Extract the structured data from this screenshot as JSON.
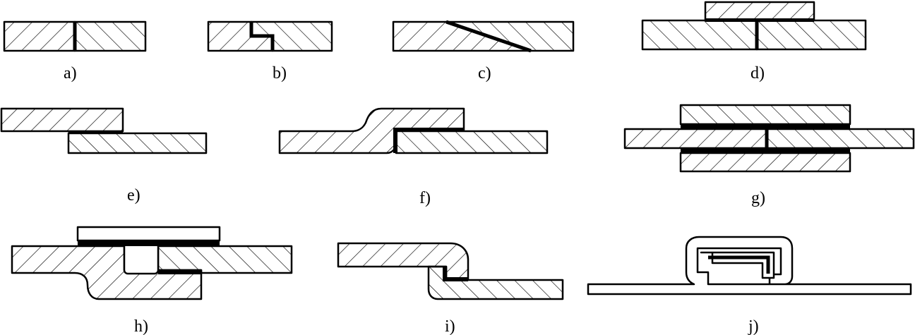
{
  "captions": {
    "a": "a)",
    "b": "b)",
    "c": "c)",
    "d": "d)",
    "e": "e)",
    "f": "f)",
    "g": "g)",
    "h": "h)",
    "i": "i)",
    "j": "j)"
  },
  "colors": {
    "stroke": "#000000",
    "background": "#ffffff",
    "adhesive": "#000000"
  },
  "hatching": {
    "pattern_a": "diagonal-up",
    "pattern_b": "diagonal-down"
  }
}
